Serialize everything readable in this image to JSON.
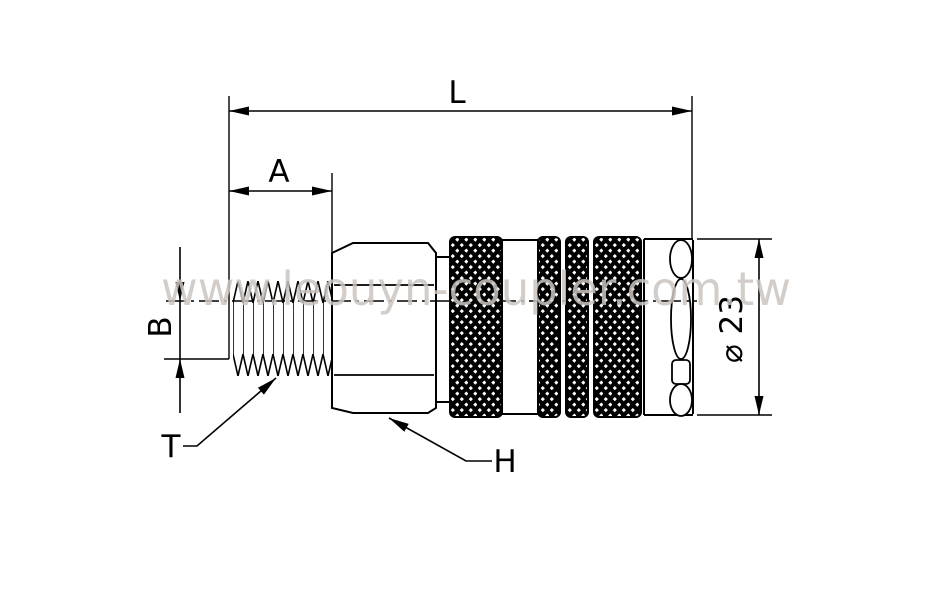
{
  "drawing": {
    "type": "technical-drawing",
    "subject": "pneumatic quick coupler, male thread socket, side view"
  },
  "labels": {
    "overall_length": "L",
    "thread_length": "A",
    "thread_diameter": "B",
    "thread_callout": "T",
    "hex_callout": "H",
    "body_diameter": "⌀ 23"
  },
  "watermark": {
    "text": "www.leouyn-coupler.com.tw",
    "color": "#cac4c0"
  },
  "colors": {
    "line": "#000000",
    "background": "#ffffff",
    "knurl_fill": "#000000",
    "knurl_dots": "#ffffff"
  }
}
